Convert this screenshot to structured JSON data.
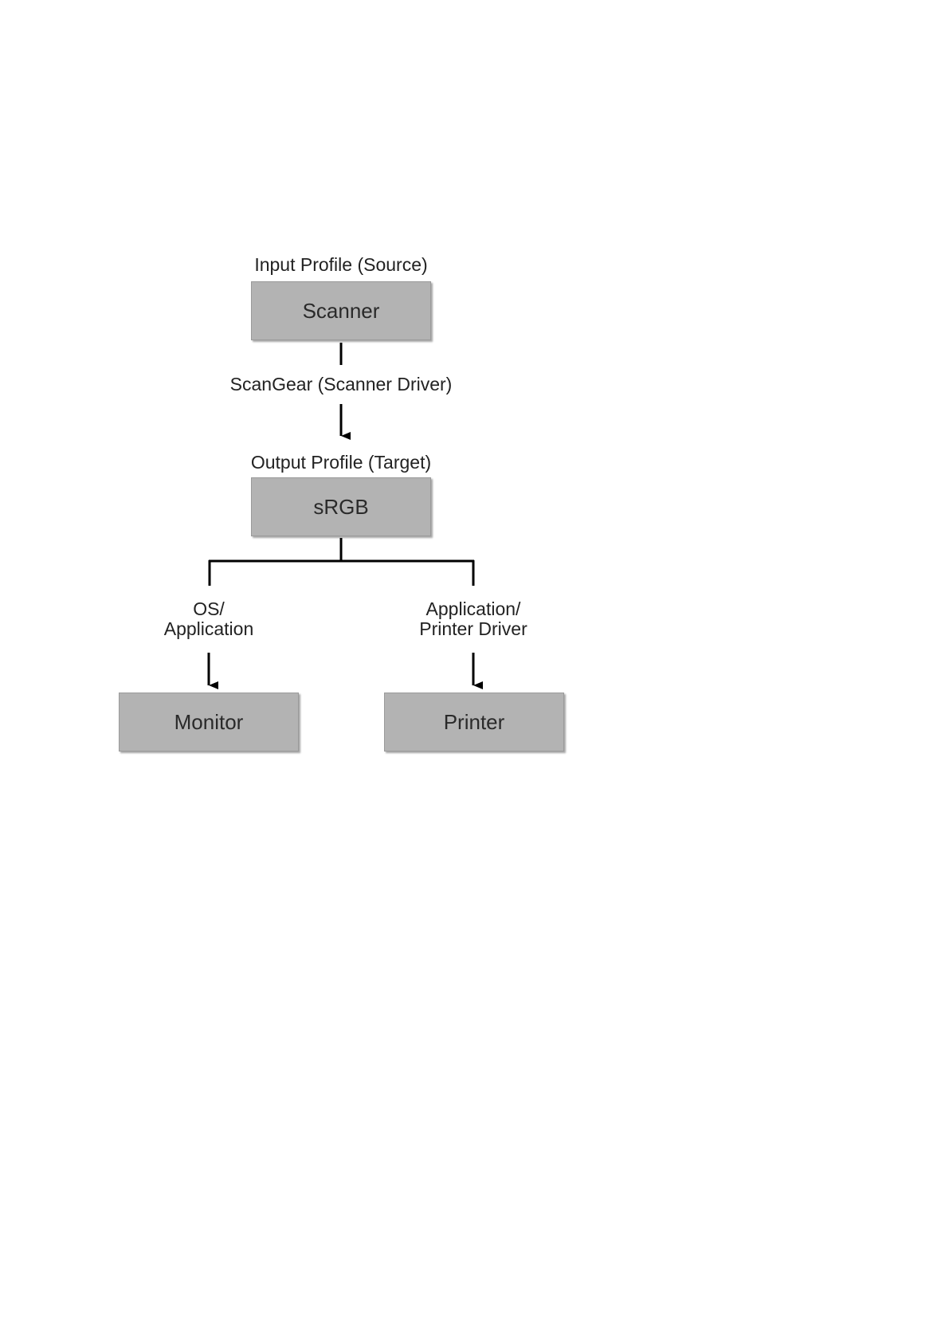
{
  "diagram": {
    "nodes": {
      "scanner": "Scanner",
      "srgb": "sRGB",
      "monitor": "Monitor",
      "printer": "Printer"
    },
    "labels": {
      "input_profile": "Input Profile (Source)",
      "scangear": "ScanGear (Scanner Driver)",
      "output_profile": "Output Profile (Target)",
      "os_application_line1": "OS/",
      "os_application_line2": "Application",
      "app_printer_line1": "Application/",
      "app_printer_line2": "Printer Driver"
    },
    "colors": {
      "box_fill": "#b3b3b3",
      "line": "#000000"
    }
  }
}
